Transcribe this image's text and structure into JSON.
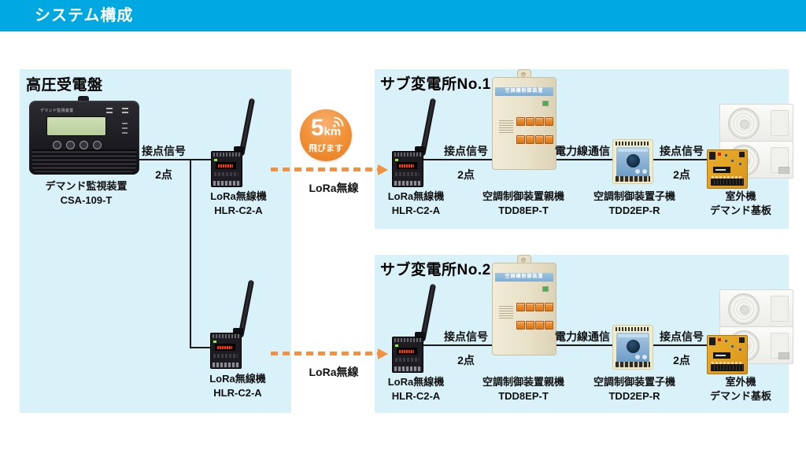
{
  "header": {
    "title": "システム構成"
  },
  "colors": {
    "header_bg": "#00A8E1",
    "panel_bg": "#D9F1F8",
    "badge_orange": "#EB7C1D",
    "arrow_orange": "#F5913E",
    "wire": "#1A1A1A"
  },
  "badge": {
    "value": "5",
    "unit": "km",
    "caption": "飛びます"
  },
  "wireless": {
    "label1": "LoRa無線",
    "label2": "LoRa無線"
  },
  "main_panel": {
    "title": "高圧受電盤",
    "monitor": {
      "device_text": "デマンド監視装置",
      "name_line1": "デマンド監視装置",
      "name_line2": "CSA-109-T"
    },
    "link": {
      "top": "接点信号",
      "bottom": "2点"
    },
    "lora_top": {
      "line1": "LoRa無線機",
      "line2": "HLR-C2-A"
    },
    "lora_bottom": {
      "line1": "LoRa無線機",
      "line2": "HLR-C2-A"
    }
  },
  "sub_panels": [
    {
      "title": "サブ変電所No.1",
      "lora": {
        "line1": "LoRa無線機",
        "line2": "HLR-C2-A"
      },
      "link1": {
        "top": "接点信号",
        "bottom": "2点"
      },
      "parent_unit": {
        "strip": "空調機制御装置",
        "line1": "空調制御装置親機",
        "line2": "TDD8EP-T"
      },
      "link2": {
        "top": "電力線通信"
      },
      "child_unit": {
        "line1": "空調制御装置子機",
        "line2": "TDD2EP-R"
      },
      "link3": {
        "top": "接点信号",
        "bottom": "2点"
      },
      "outdoor": {
        "line1": "室外機",
        "line2": "デマンド基板"
      }
    },
    {
      "title": "サブ変電所No.2",
      "lora": {
        "line1": "LoRa無線機",
        "line2": "HLR-C2-A"
      },
      "link1": {
        "top": "接点信号",
        "bottom": "2点"
      },
      "parent_unit": {
        "strip": "空調機制御装置",
        "line1": "空調制御装置親機",
        "line2": "TDD8EP-T"
      },
      "link2": {
        "top": "電力線通信"
      },
      "child_unit": {
        "line1": "空調制御装置子機",
        "line2": "TDD2EP-R"
      },
      "link3": {
        "top": "接点信号",
        "bottom": "2点"
      },
      "outdoor": {
        "line1": "室外機",
        "line2": "デマンド基板"
      }
    }
  ]
}
